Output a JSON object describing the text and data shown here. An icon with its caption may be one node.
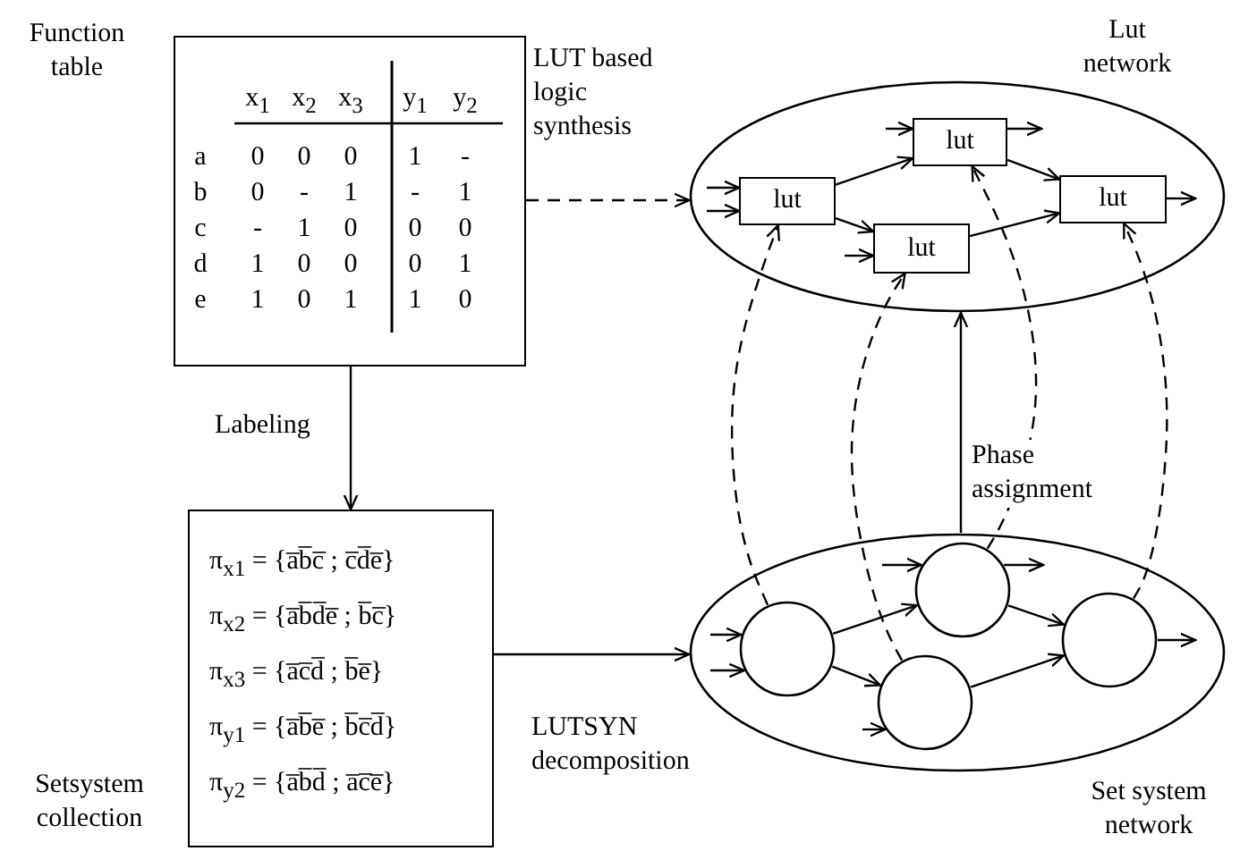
{
  "diagram": {
    "nodes": [
      {
        "text": [],
        "shape": "box",
        "beside": [
          "Function table"
        ]
      },
      {
        "text": [
          "π$_{x1}$ = {a̅b̅c̅ ; c̅d̅e̅}",
          "π$_{x2}$ = {a̅b̅d̅e̅ ; b̅c̅}",
          "π$_{x3}$ = {a̅c̅d̅ ; b̅e̅}",
          "π$_{y1}$ = {a̅b̅e̅ ; b̅c̅d̅}",
          "π$_{y2}$ = {a̅b̅d̅ ; a̅c̅e̅}"
        ],
        "beside": [
          "Setsystem collection"
        ]
      },
      {
        "text": [],
        "shape": "ellipse",
        "beside": [
          "Lut network"
        ]
      },
      {
        "text": [
          "lut"
        ],
        "in": 2
      },
      {
        "text": [
          "lut"
        ],
        "in": 2
      },
      {
        "text": [
          "lut"
        ],
        "in": 2
      },
      {
        "text": [
          "lut"
        ],
        "in": 2
      },
      {
        "text": [],
        "shape": "ellipse",
        "beside": [
          "Set system network"
        ]
      },
      {
        "text": [],
        "shape": "circle",
        "in": 7
      },
      {
        "text": [],
        "shape": "circle",
        "in": 7
      },
      {
        "text": [],
        "shape": "circle",
        "in": 7
      },
      {
        "text": [],
        "shape": "circle",
        "in": 7
      }
    ],
    "edges": [
      {
        "from": 0,
        "to": 2,
        "arrow": "to",
        "style": "dashed",
        "label": "LUT based logic synthesis"
      },
      {
        "from": 0,
        "to": 1,
        "arrow": "to",
        "label": "Labeling"
      },
      {
        "from": 1,
        "to": 7,
        "arrow": "to",
        "label": "LUTSYN decomposition"
      },
      {
        "from": 7,
        "to": 2,
        "arrow": "to",
        "label": "Phase assignment"
      },
      {
        "from": 3,
        "to": 4,
        "arrow": "to"
      },
      {
        "from": 3,
        "to": 5,
        "arrow": "to"
      },
      {
        "from": 4,
        "to": 6,
        "arrow": "to"
      },
      {
        "from": 5,
        "to": 6,
        "arrow": "to"
      },
      {
        "from": null,
        "to": 3,
        "arrow": "to"
      },
      {
        "from": null,
        "to": 3,
        "arrow": "to"
      },
      {
        "from": null,
        "to": 4,
        "arrow": "to"
      },
      {
        "from": null,
        "to": 5,
        "arrow": "to"
      },
      {
        "from": 4,
        "to": null,
        "arrow": "to"
      },
      {
        "from": 6,
        "to": null,
        "arrow": "to"
      },
      {
        "from": 8,
        "to": 9,
        "arrow": "to"
      },
      {
        "from": 8,
        "to": 10,
        "arrow": "to"
      },
      {
        "from": 9,
        "to": 11,
        "arrow": "to"
      },
      {
        "from": 10,
        "to": 11,
        "arrow": "to"
      },
      {
        "from": null,
        "to": 8,
        "arrow": "to"
      },
      {
        "from": null,
        "to": 8,
        "arrow": "to"
      },
      {
        "from": null,
        "to": 9,
        "arrow": "to"
      },
      {
        "from": null,
        "to": 10,
        "arrow": "to"
      },
      {
        "from": 9,
        "to": null,
        "arrow": "to"
      },
      {
        "from": 11,
        "to": null,
        "arrow": "to"
      },
      {
        "from": 8,
        "to": 3,
        "arrow": "to",
        "style": "dashed"
      },
      {
        "from": 9,
        "to": 4,
        "arrow": "to",
        "style": "dashed"
      },
      {
        "from": 10,
        "to": 5,
        "arrow": "to",
        "style": "dashed"
      },
      {
        "from": 11,
        "to": 6,
        "arrow": "to",
        "style": "dashed"
      }
    ],
    "labels": [
      "x$_{1}$",
      "x$_{2}$",
      "x$_{3}$",
      "y$_{1}$",
      "y$_{2}$",
      "a",
      "0",
      "0",
      "0",
      "1",
      "-",
      "b",
      "0",
      "-",
      "1",
      "-",
      "1",
      "c",
      "-",
      "1",
      "0",
      "0",
      "0",
      "d",
      "1",
      "0",
      "0",
      "0",
      "1",
      "e",
      "1",
      "0",
      "1",
      "1",
      "0"
    ]
  }
}
